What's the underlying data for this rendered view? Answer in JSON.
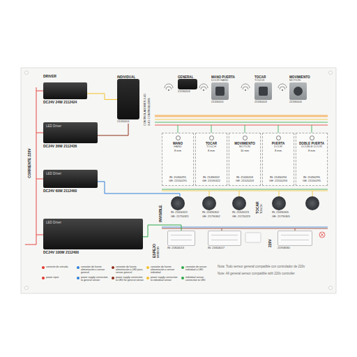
{
  "diagram": {
    "nodes": [
      {
        "text": [
          "DC24V 24W 2112424"
        ]
      },
      {
        "text": [
          "LED Driver",
          "DC24V 36W 2112436"
        ]
      },
      {
        "text": [
          "LED Driver",
          "DC24V 60W 2112460"
        ]
      },
      {
        "text": [
          "LED Driver",
          "DC24V 100W 2112400"
        ]
      },
      {
        "text": [
          "INDIVIDUAL",
          "21330201"
        ]
      },
      {
        "text": [
          "GENERAL",
          "21330203"
        ]
      },
      {
        "text": [
          "MANO PUERTA",
          "DOOR HAND",
          "21330101"
        ]
      },
      {
        "text": [
          "TOCAR",
          "TOUCH",
          "21330103"
        ]
      },
      {
        "text": [
          "MOVIMIENTO",
          "MOTION",
          "21330104"
        ]
      },
      {
        "text": [
          "MANO",
          "HAND",
          "8 mm",
          "IN: 21450291",
          "GE: 21550291"
        ]
      },
      {
        "text": [
          "TOCAR",
          "TOUCH",
          "8 mm",
          "IN: 21490322",
          "GE: 21590322"
        ]
      },
      {
        "text": [
          "MOVIMIENTO",
          "MOTION",
          "10 mm",
          "IN: 21420203",
          "GE: 21520203"
        ]
      },
      {
        "text": [
          "PUERTA",
          "DOOR",
          "8 mm",
          "IN: 21450294",
          "GE: 21550294"
        ]
      },
      {
        "text": [
          "DOBLE PUERTA",
          "DOUBLE DOOR",
          "8 mm",
          "IN: 21450295",
          "GE: 21550295"
        ]
      },
      {
        "text": [
          "IN: 21650321",
          "GE: 21750321"
        ]
      },
      {
        "text": [
          "IN: 21690302",
          "GE: 21790302"
        ]
      },
      {
        "text": [
          "IN: 21620223",
          "GE: 21720223"
        ]
      },
      {
        "text": [
          "IN: 21690305",
          "GE: 21790305"
        ]
      },
      {
        "text": [
          "IN: 21824013"
        ]
      },
      {
        "text": [
          "IN: 21824017"
        ]
      },
      {
        "text": [
          "21958180"
        ]
      }
    ],
    "edges": [
      {
        "from": 0,
        "to": 4,
        "arrow": "none"
      },
      {
        "from": 1,
        "to": 4,
        "arrow": "none"
      },
      {
        "from": 2,
        "to": 14,
        "arrow": "none"
      },
      {
        "from": 3,
        "to": 18,
        "arrow": "none"
      }
    ],
    "labels": [
      "DRIVER",
      "CORRIENTE 220V",
      "CONTROLADORES 2.4G",
      "2.4G CONTROLLERS",
      "INVISIBLE",
      "TOCAR",
      "TOUCH",
      "ESPEJO",
      "MIRROR",
      "220V",
      "Nota: Todo sensor general compatible con controlador de 220v",
      "Note: All general sensor compatible with 220v controller"
    ],
    "legend": [
      {
        "text": "corriente de entrada",
        "color": "#e3342f"
      },
      {
        "text": "conexión de fuente alimentación a sensor general",
        "color": "#2f7fd6"
      },
      {
        "text": "conexión de fuente alimentación a LED para sensor general",
        "color": "#8e2d1a"
      },
      {
        "text": "conexión de fuente alimentación a sensor individual",
        "color": "#f2c12e"
      },
      {
        "text": "conexión de sensor individual a LED",
        "color": "#2ea84a"
      },
      {
        "text": "power input",
        "color": "#e3342f"
      },
      {
        "text": "power supply connection to general sensor",
        "color": "#2f7fd6"
      },
      {
        "text": "power supply connection to LED for general sensor",
        "color": "#8e2d1a"
      },
      {
        "text": "power supply connection to individual sensor",
        "color": "#f2c12e"
      },
      {
        "text": "individual sensor connection to LED",
        "color": "#2ea84a"
      }
    ]
  }
}
